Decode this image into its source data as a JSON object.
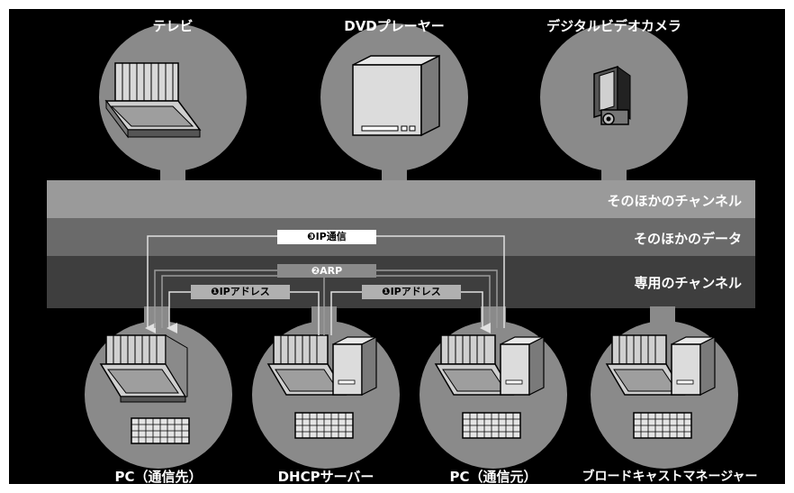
{
  "top_devices": [
    {
      "label": "テレビ",
      "icon": "tv-icon"
    },
    {
      "label": "DVDプレーヤー",
      "icon": "dvd-player-icon"
    },
    {
      "label": "デジタルビデオカメラ",
      "icon": "video-camera-icon"
    }
  ],
  "bottom_devices": [
    {
      "label": "PC（通信先）",
      "icon": "pc-icon"
    },
    {
      "label": "DHCPサーバー",
      "icon": "server-icon"
    },
    {
      "label": "PC（通信元）",
      "icon": "pc-icon"
    },
    {
      "label": "ブロードキャストマネージャー",
      "icon": "pc-icon"
    }
  ],
  "bands": {
    "other_channel": "そのほかのチャンネル",
    "other_data": "そのほかのデータ",
    "dedicated_channel": "専用のチャンネル"
  },
  "flows": {
    "ip_comm": "❸IP通信",
    "arp": "❷ARP",
    "ip_address_left": "❶IPアドレス",
    "ip_address_right": "❶IPアドレス"
  },
  "colors": {
    "background": "#000000",
    "circle": "#8a8a8a",
    "band_other_channel": "#9a9a9a",
    "band_other_data": "#6a6a6a",
    "band_dedicated": "#3e3e3e",
    "arrow_light": "#e0e0e0",
    "arrow_gray": "#9a9a9a"
  }
}
